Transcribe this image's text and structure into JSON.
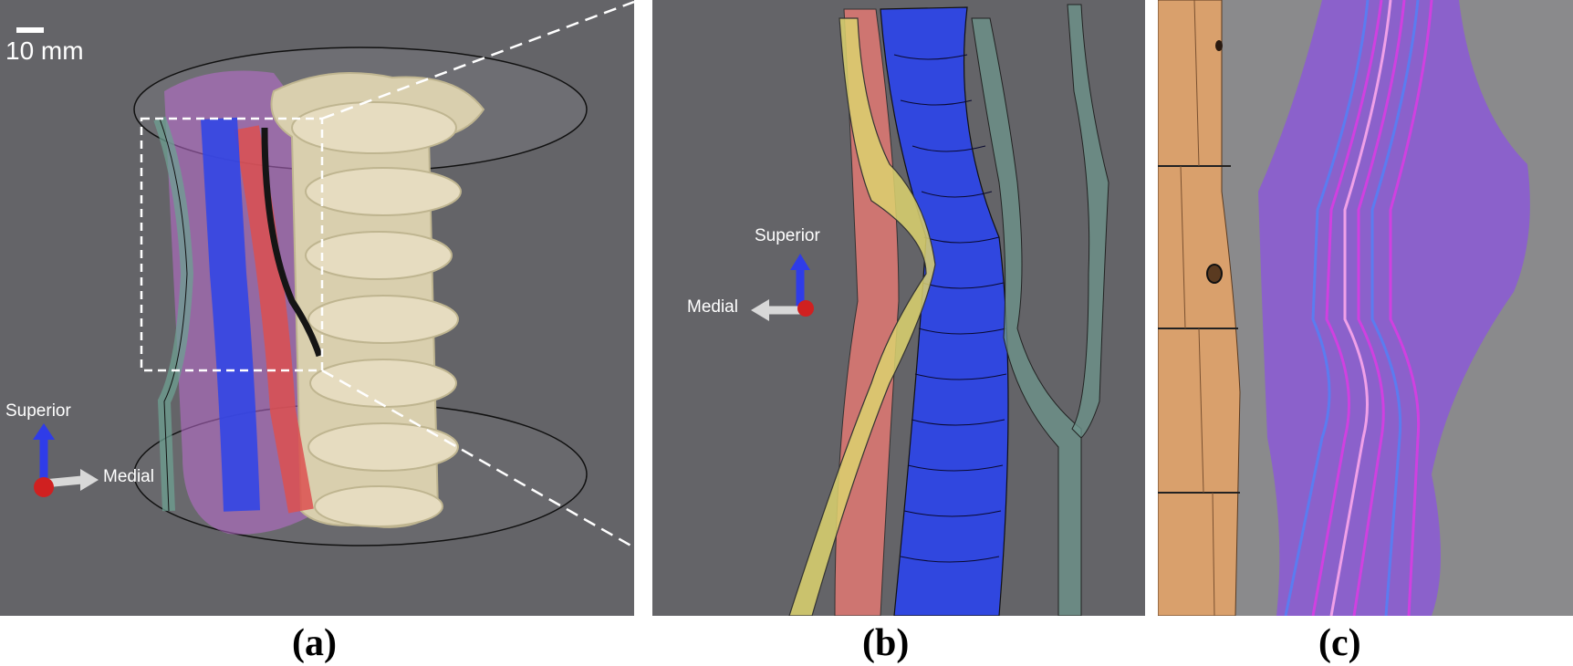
{
  "figure": {
    "panels": [
      {
        "id": "a",
        "caption": "(a)",
        "scale_bar_label": "10 mm",
        "orientation_labels": {
          "up": "Superior",
          "side": "Medial"
        },
        "description_icons": [
          "scale-bar",
          "orientation-triad-icon"
        ]
      },
      {
        "id": "b",
        "caption": "(b)",
        "orientation_labels": {
          "up": "Superior",
          "side": "Medial"
        }
      },
      {
        "id": "c",
        "caption": "(c)"
      }
    ],
    "colors": {
      "background": "#646468",
      "bone": "#e6dcc0",
      "vein": "#3347e0",
      "artery": "#e07070",
      "nerve": "#d8d070",
      "muscle": "#b070c8",
      "cord": "#6e9a8e",
      "skin_panel_c": "#d9a06c",
      "purple_band": "#9050e8"
    }
  }
}
